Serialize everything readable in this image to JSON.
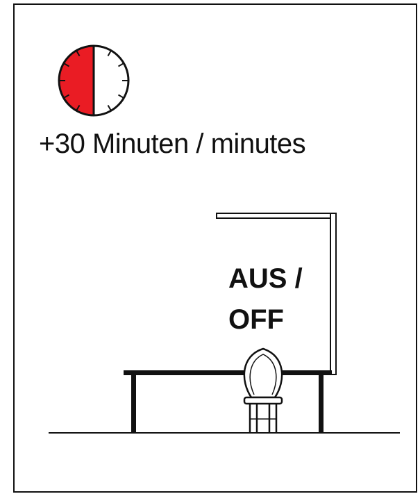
{
  "timer": {
    "elapsed_fraction": 0.5,
    "label": "+30 Minuten / minutes"
  },
  "lamp_state": {
    "line1": "AUS /",
    "line2": "OFF"
  },
  "colors": {
    "accent_red": "#ea1c24",
    "ink": "#111111",
    "background": "#ffffff"
  },
  "icons": {
    "timer": "clock-icon",
    "lamp": "floor-lamp-icon",
    "desk": "desk-icon",
    "chair": "chair-icon"
  }
}
